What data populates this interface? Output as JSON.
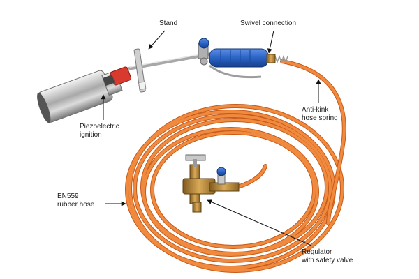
{
  "labels": {
    "stand": "Stand",
    "swivel": "Swivel connection",
    "piezo_1": "Piezoelectric",
    "piezo_2": "ignition",
    "antikink_1": "Anti-kink",
    "antikink_2": "hose spring",
    "hose_1": "EN559",
    "hose_2": "rubber hose",
    "regulator_1": "Regulator",
    "regulator_2": "with safety valve"
  },
  "colors": {
    "hose": "#e8742a",
    "hose_dark": "#c85a18",
    "handle_blue": "#2b63c4",
    "brass": "#b8893a",
    "chrome": "#c9c9c9",
    "ignition_red": "#d83a2e",
    "arrow": "#111111"
  }
}
